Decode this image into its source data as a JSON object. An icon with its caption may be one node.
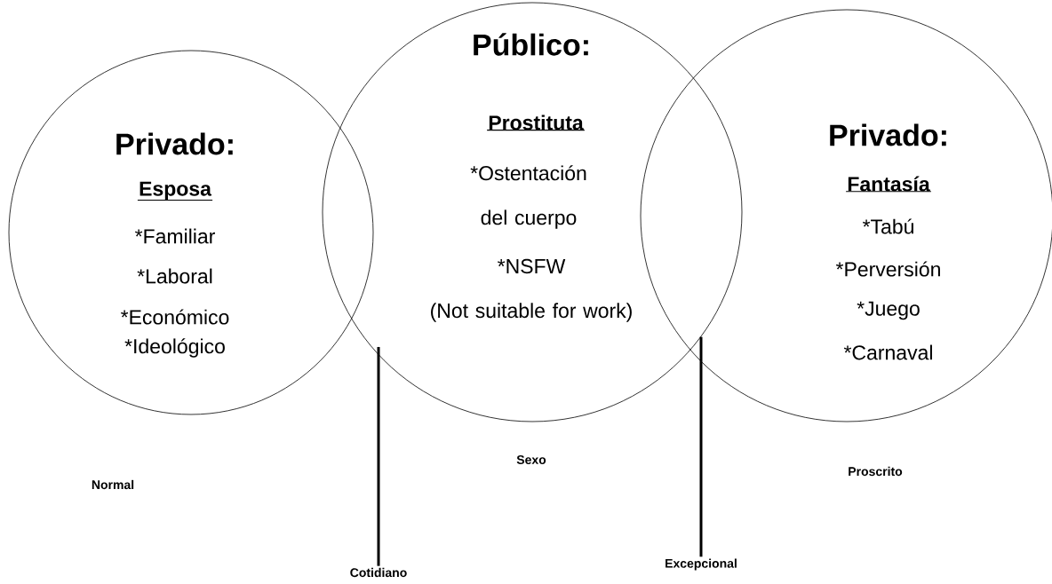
{
  "diagram": {
    "nodes": [
      {
        "text": [
          "Privado:",
          "Esposa",
          "*Familiar",
          "*Laboral",
          "*Económico",
          "*Ideológico"
        ]
      },
      {
        "text": [
          "Público:",
          "Prostituta",
          "*Ostentación del cuerpo",
          "*NSFW",
          "(Not suitable for work)"
        ]
      },
      {
        "text": [
          "Privado:",
          "Fantasía",
          "*Tabú",
          "*Perversión",
          "*Juego",
          "*Carnaval"
        ]
      },
      {
        "text": [
          "Cotidiano"
        ]
      },
      {
        "text": [
          "Excepcional"
        ]
      }
    ],
    "edges": [
      {
        "from": 3,
        "to": 1,
        "arrow": "none"
      },
      {
        "from": 4,
        "to": 2,
        "arrow": "none"
      }
    ],
    "labels": [
      "Sexo",
      "Proscrito",
      "Normal"
    ]
  }
}
